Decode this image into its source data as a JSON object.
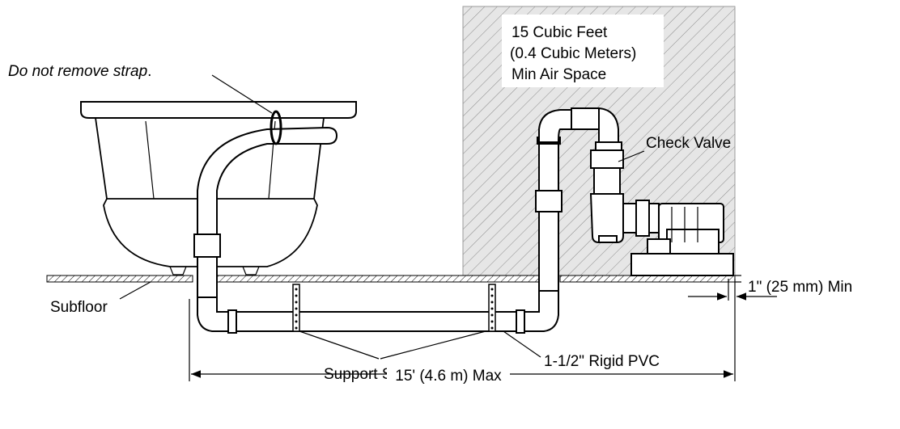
{
  "labels": {
    "strap_note": "Do not  remove strap",
    "strap_note_period": ".",
    "air_space_line1": "15 Cubic Feet",
    "air_space_line2": "(0.4 Cubic Meters)",
    "air_space_line3": "Min Air Space",
    "check_valve": "Check Valve",
    "clearance": "1\" (25 mm) Min",
    "subfloor": "Subfloor",
    "support_straps": "Support Straps",
    "pipe_spec": "1-1/2\" Rigid PVC",
    "max_distance": "15' (4.6 m) Max"
  },
  "colors": {
    "ink": "#000000",
    "hatch_fill": "#e6e6e6",
    "background": "#ffffff"
  }
}
